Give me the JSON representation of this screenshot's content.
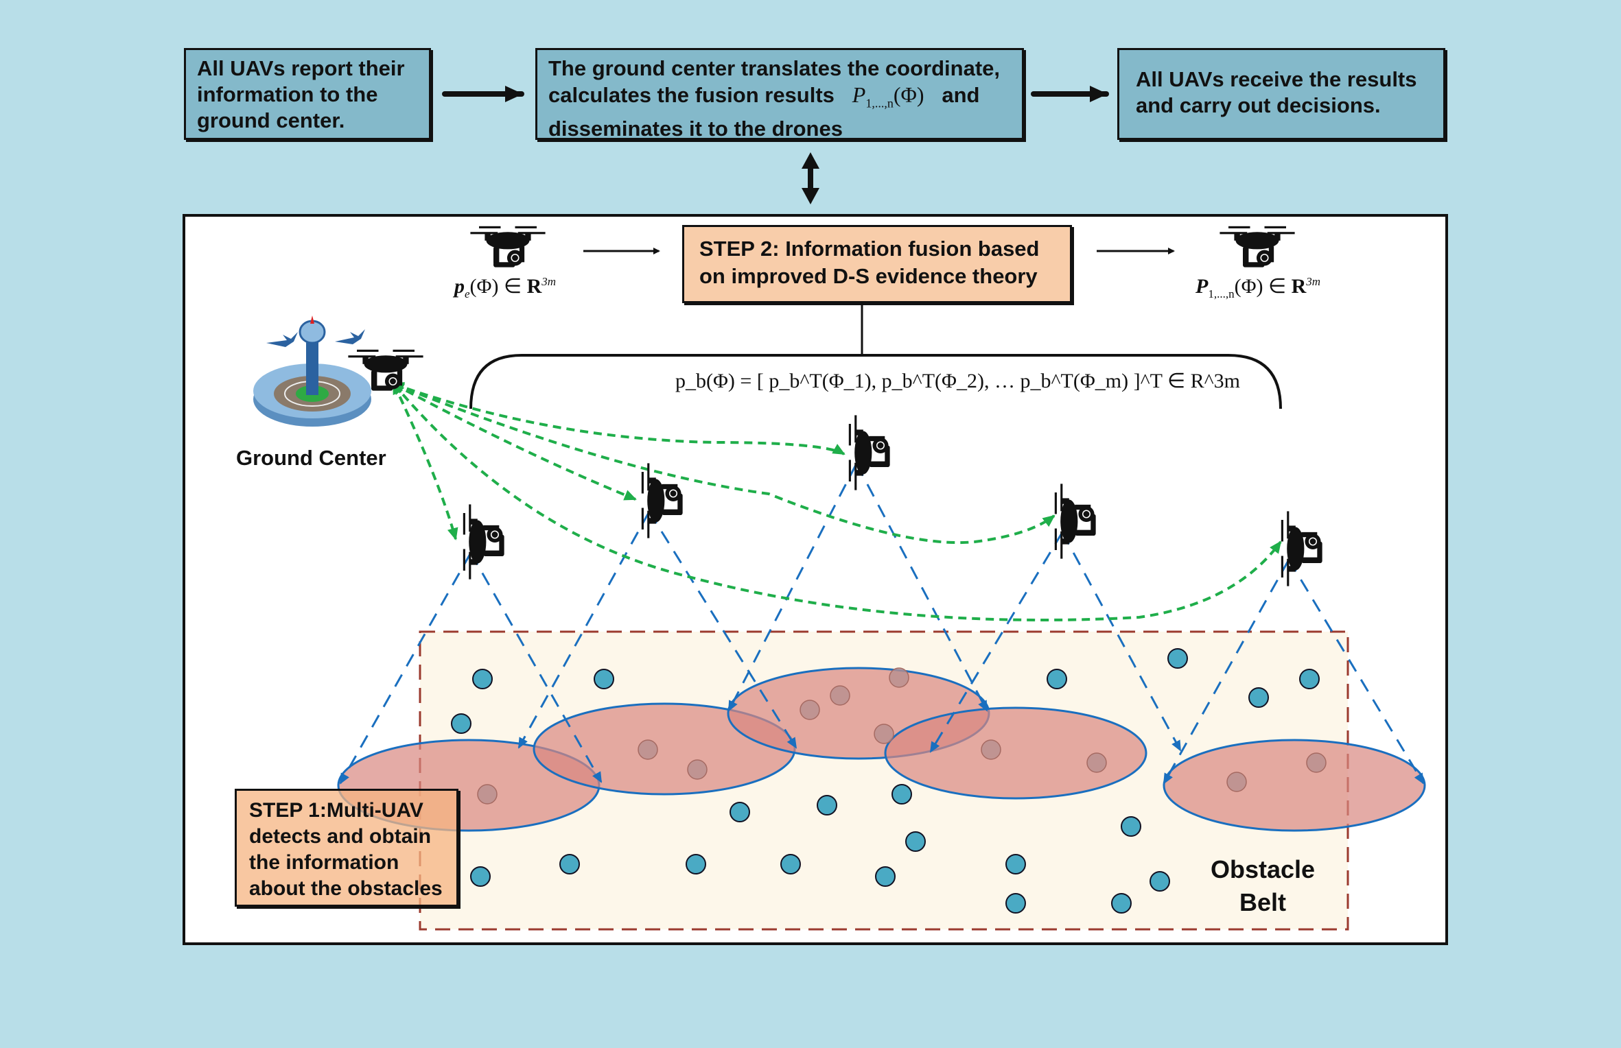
{
  "flow": {
    "box1": {
      "line1": "All UAVs report their",
      "line2": "information to the",
      "line3": "ground center."
    },
    "box2": {
      "line1": "The ground center translates the coordinate,",
      "line2_pre": "calculates the fusion results",
      "line2_math": "P",
      "line2_sub": "1,...,n",
      "line2_arg": "(Φ)",
      "line2_post": "and",
      "line3": "disseminates it to the drones"
    },
    "box3": {
      "line1": "All UAVs receive the results",
      "line2": "and carry out decisions."
    }
  },
  "step2": {
    "line1": "STEP 2: Information fusion based",
    "line2": "on improved D-S evidence theory"
  },
  "step1": {
    "line1": "STEP 1:Multi-UAV",
    "line2": "detects and obtain",
    "line3": "the information",
    "line4": "about the obstacles"
  },
  "formulas": {
    "pe": {
      "sym": "p",
      "sub": "e",
      "arg": "(Φ) ∈ ",
      "set": "R",
      "sup": "3m"
    },
    "P": {
      "sym": "P",
      "sub": "1,...,n",
      "arg": "(Φ) ∈ ",
      "set": "R",
      "sup": "3m"
    },
    "pb": "p_b(Φ) = [ p_b^T(Φ_1), p_b^T(Φ_2), … p_b^T(Φ_m) ]^T ∈ R^3m"
  },
  "labels": {
    "ground_center": "Ground Center",
    "obstacle_belt_1": "Obstacle",
    "obstacle_belt_2": "Belt"
  },
  "colors": {
    "background": "#b8dee8",
    "flow_box": "#84b9ca",
    "step_box": "#f8cdaa",
    "belt_fill": "#fdf7ea",
    "belt_border": "#9b3a2e",
    "ellipse_fill": "#d98880",
    "ellipse_stroke": "#1a6fbf",
    "obstacle": "#4aaac4",
    "comm_link": "#1fae4a",
    "sensor_beam": "#1a6fbf"
  },
  "uav_count": 5
}
